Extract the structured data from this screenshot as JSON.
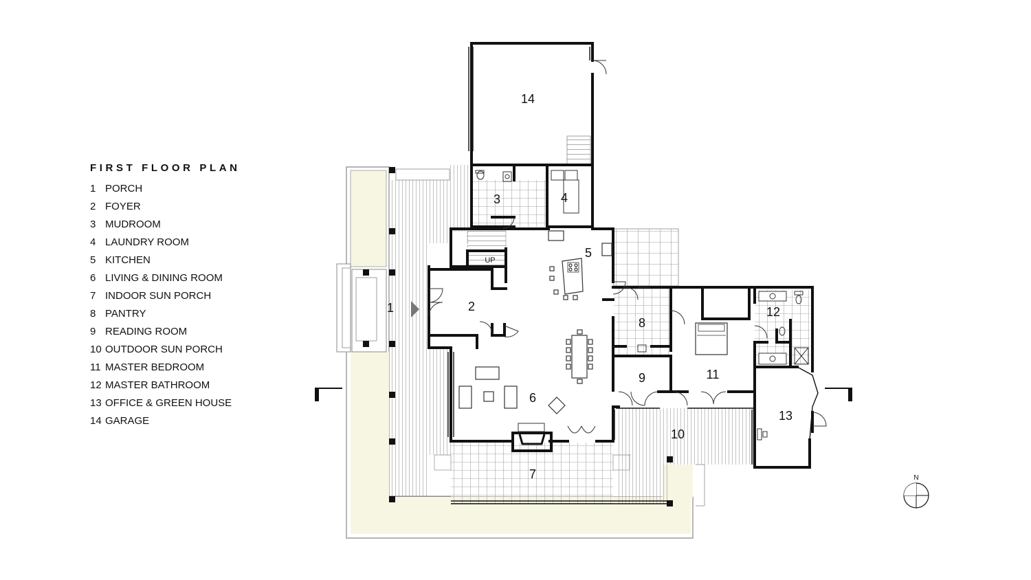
{
  "legend": {
    "title": "FIRST FLOOR PLAN",
    "items": [
      {
        "num": "1",
        "label": "PORCH"
      },
      {
        "num": "2",
        "label": "FOYER"
      },
      {
        "num": "3",
        "label": "MUDROOM"
      },
      {
        "num": "4",
        "label": "LAUNDRY ROOM"
      },
      {
        "num": "5",
        "label": "KITCHEN"
      },
      {
        "num": "6",
        "label": "LIVING & DINING ROOM"
      },
      {
        "num": "7",
        "label": "INDOOR SUN PORCH"
      },
      {
        "num": "8",
        "label": "PANTRY"
      },
      {
        "num": "9",
        "label": "READING ROOM"
      },
      {
        "num": "10",
        "label": "OUTDOOR SUN PORCH"
      },
      {
        "num": "11",
        "label": "MASTER BEDROOM"
      },
      {
        "num": "12",
        "label": "MASTER BATHROOM"
      },
      {
        "num": "13",
        "label": "OFFICE & GREEN HOUSE"
      },
      {
        "num": "14",
        "label": "GARAGE"
      }
    ]
  },
  "plan": {
    "room_numbers": {
      "r1": "1",
      "r2": "2",
      "r3": "3",
      "r4": "4",
      "r5": "5",
      "r6": "6",
      "r7": "7",
      "r8": "8",
      "r9": "9",
      "r10": "10",
      "r11": "11",
      "r12": "12",
      "r13": "13",
      "r14": "14"
    },
    "stair_label": "UP",
    "north_label": "N"
  },
  "colors": {
    "wall": "#111111",
    "landscape": "#f7f6e2",
    "line": "#999999"
  }
}
